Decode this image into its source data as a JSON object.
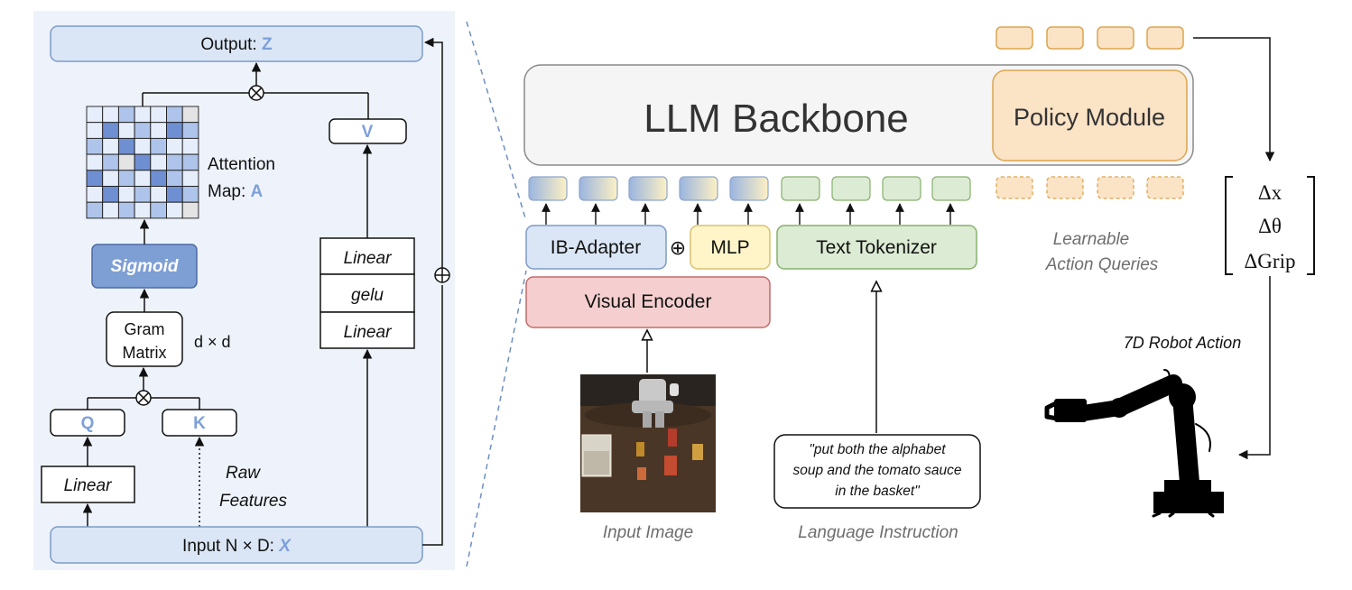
{
  "left_panel": {
    "output_label": "Output: ",
    "output_symbol": "Z",
    "attention_label_line1": "Attention",
    "attention_label_line2": "Map: ",
    "attention_symbol": "A",
    "v_label": "V",
    "sigmoid_label": "Sigmoid",
    "mlp_layers": [
      "Linear",
      "gelu",
      "Linear"
    ],
    "gram_line1": "Gram",
    "gram_line2": "Matrix",
    "dim_label": "d × d",
    "q_label": "Q",
    "k_label": "K",
    "linear_label": "Linear",
    "raw_line1": "Raw",
    "raw_line2": "Features",
    "input_label": "Input N × D: ",
    "input_symbol": "X",
    "attention_grid": [
      [
        1,
        1,
        2,
        1,
        1,
        2,
        0
      ],
      [
        1,
        3,
        1,
        2,
        1,
        3,
        2
      ],
      [
        2,
        1,
        3,
        1,
        2,
        1,
        1
      ],
      [
        1,
        2,
        0,
        3,
        1,
        2,
        2
      ],
      [
        3,
        1,
        2,
        1,
        3,
        2,
        1
      ],
      [
        1,
        3,
        1,
        2,
        1,
        3,
        2
      ],
      [
        2,
        1,
        2,
        1,
        2,
        1,
        0
      ]
    ]
  },
  "right_panel": {
    "llm_label": "LLM Backbone",
    "policy_label": "Policy Module",
    "ib_adapter_label": "IB-Adapter",
    "oplus_symbol": "⊕",
    "mlp_label": "MLP",
    "text_tokenizer_label": "Text Tokenizer",
    "visual_encoder_label": "Visual Encoder",
    "learnable_line1": "Learnable",
    "learnable_line2": "Action Queries",
    "action_vector": [
      "Δx",
      "Δθ",
      "ΔGrip"
    ],
    "robot_action_label": "7D Robot Action",
    "instruction_line1": "\"put both the alphabet",
    "instruction_line2": "soup and the tomato sauce",
    "instruction_line3": "in the basket\"",
    "input_image_caption": "Input Image",
    "language_caption": "Language Instruction"
  },
  "colors": {
    "panel_bg": "#eef3fb",
    "blue_fill": "#dae6f5",
    "blue_stroke": "#7d9bc8",
    "sigmoid_fill": "#7e9fd4",
    "sigmoid_stroke": "#4c6aa6",
    "symbol_blue": "#7d9fdb",
    "red_fill": "#f5cfcf",
    "red_stroke": "#c36b6b",
    "yellow_fill": "#fff5c8",
    "yellow_stroke": "#d9c170",
    "green_fill": "#dcebd4",
    "green_stroke": "#86b06c",
    "orange_fill": "#fbe3c6",
    "orange_stroke": "#dca54e",
    "gray_fill": "#f5f5f5",
    "gray_stroke": "#8a8a8a",
    "caption_gray": "#6e6e6e"
  }
}
